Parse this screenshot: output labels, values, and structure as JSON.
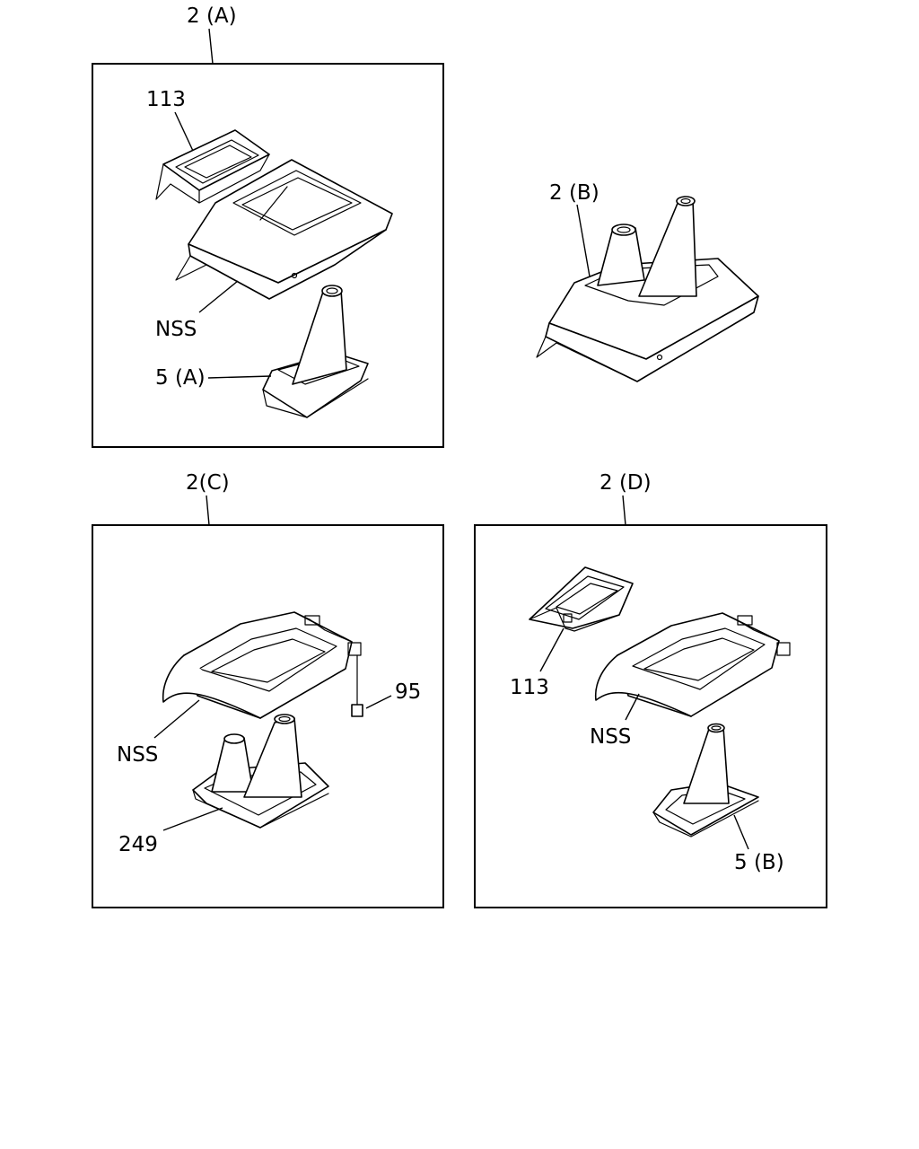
{
  "panels": {
    "a": {
      "title": "2 (A)",
      "callouts": {
        "tray": "113",
        "console": "NSS",
        "boot": "5 (A)"
      }
    },
    "b": {
      "title": "2 (B)"
    },
    "c": {
      "title": "2(C)",
      "callouts": {
        "clip": "95",
        "console": "NSS",
        "boot": "249"
      }
    },
    "d": {
      "title": "2 (D)",
      "callouts": {
        "tray": "113",
        "console": "NSS",
        "boot": "5 (B)"
      }
    }
  }
}
